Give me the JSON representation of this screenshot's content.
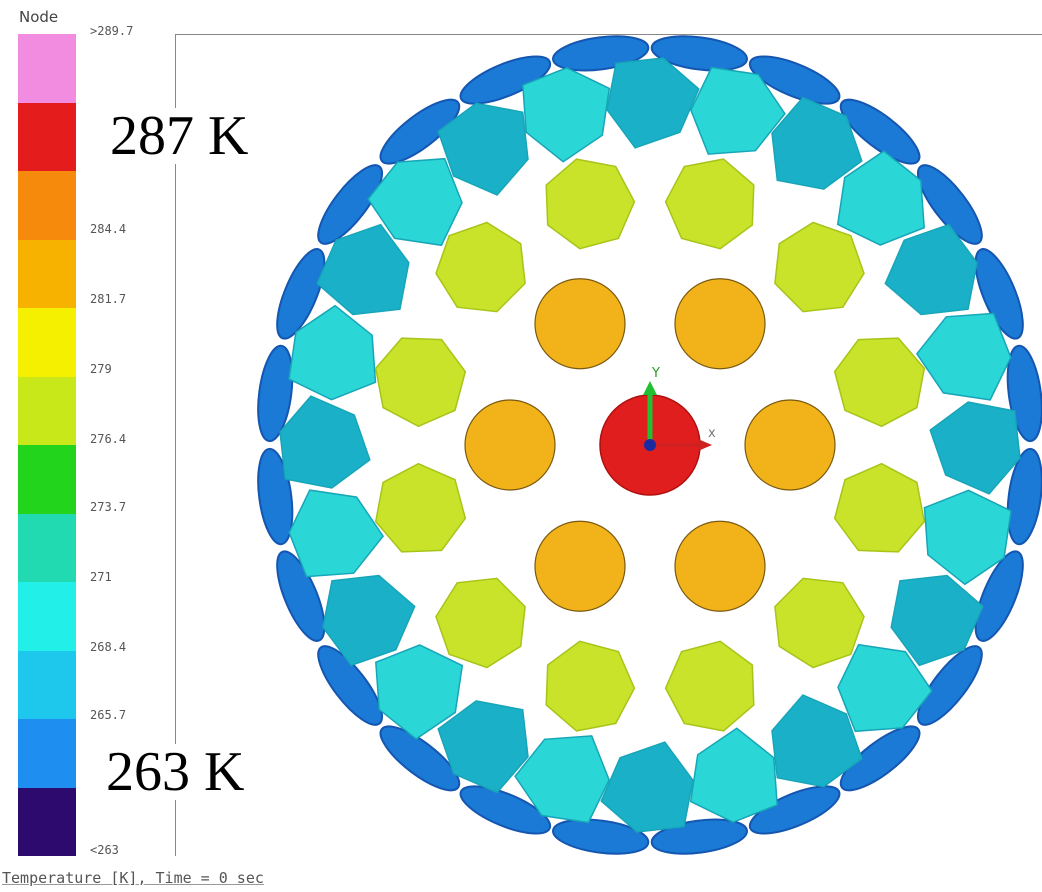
{
  "legend": {
    "title": "Node",
    "bands": [
      "#f28ce0",
      "#e41c1c",
      "#f58a0c",
      "#f7b200",
      "#f5f000",
      "#c8e81a",
      "#22d41c",
      "#22dab2",
      "#22f0e8",
      "#1ec8ec",
      "#1e8ef0",
      "#2c0a6e"
    ],
    "ticks": [
      ">289.7",
      "284.4",
      "281.7",
      "279",
      "276.4",
      "273.7",
      "271",
      "268.4",
      "265.7",
      "<263"
    ]
  },
  "callouts": {
    "max": "287 K",
    "min": "263 K"
  },
  "axes": {
    "x": "x",
    "y": "Y"
  },
  "footer": "Temperature [K], Time = 0 sec",
  "colors": {
    "core": "#e01e1e",
    "inner_ring": "#f2b21a",
    "middle_ring": "#c8e32a",
    "outer_shell": "#2ad6d6",
    "outer_shell_dark": "#1ab0c8",
    "rim": "#1a7ad6",
    "rim_dark": "#1456b0"
  }
}
